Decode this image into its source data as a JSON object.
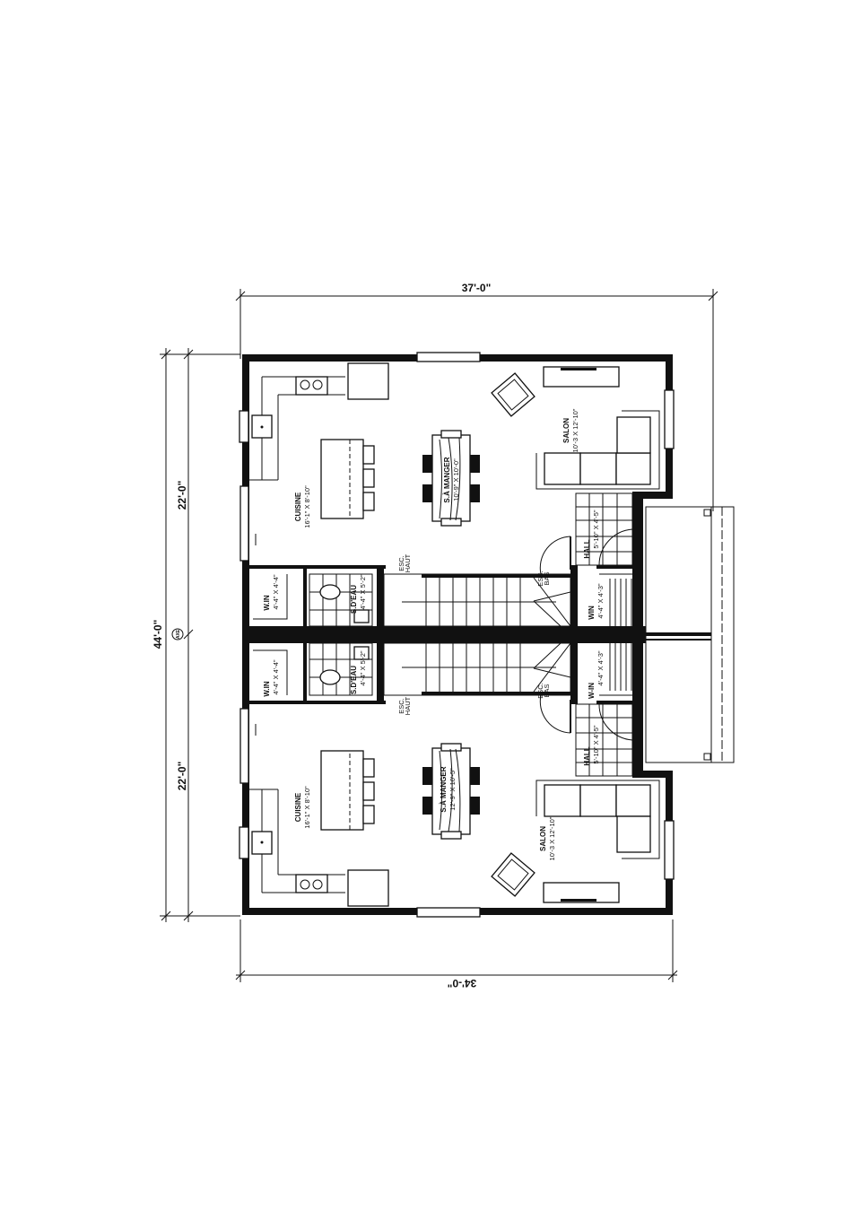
{
  "dimensions": {
    "top": "37'-0\"",
    "bottom": "34'-0\"",
    "left_total": "44'-0\"",
    "left_upper": "22'-0\"",
    "left_lower": "22'-0\"",
    "axis_marker": "AXE"
  },
  "units": [
    {
      "rooms": {
        "cuisine": {
          "name": "CUISINE",
          "size": "16'-1\" X 8'-10\""
        },
        "salle_a_manger": {
          "name": "S.À MANGER",
          "size": "10'-9\" X 10'-0\""
        },
        "salon": {
          "name": "SALON",
          "size": "10'-3 X 12'-10\""
        },
        "hall": {
          "name": "HALL",
          "size": "5'-10\" X 4'-5\""
        },
        "win": {
          "name": "WIN",
          "size": "4'-4\" X 4'-3\""
        },
        "w_in": {
          "name": "W.IN",
          "size": "4'-4\" X 4'-4\""
        },
        "salle_d_eau": {
          "name": "S.D'EAU",
          "size": "4'-4\" X 5'-2\""
        },
        "esc_haut": {
          "l1": "ESC.",
          "l2": "HAUT"
        },
        "esc_bas": {
          "l1": "ESC.",
          "l2": "BAS"
        }
      }
    },
    {
      "rooms": {
        "cuisine": {
          "name": "CUISINE",
          "size": "16'-1\" X 8'-10\""
        },
        "salle_a_manger": {
          "name": "S.À MANGER",
          "size": "12'-9\" X 10'-5\""
        },
        "salon": {
          "name": "SALON",
          "size": "10'-3 X 12'-10\""
        },
        "hall": {
          "name": "HALL",
          "size": "5'-10\" X 4'-5\""
        },
        "win": {
          "name": "W-IN",
          "size": "4'-4\" X 4'-3\""
        },
        "w_in": {
          "name": "W.IN",
          "size": "4'-4\" X 4'-4\""
        },
        "salle_d_eau": {
          "name": "S.D'EAU",
          "size": "4'-4\" X 5'-2\""
        },
        "esc_haut": {
          "l1": "ESC.",
          "l2": "HAUT"
        },
        "esc_bas": {
          "l1": "ESC.",
          "l2": "BAS"
        }
      }
    }
  ]
}
